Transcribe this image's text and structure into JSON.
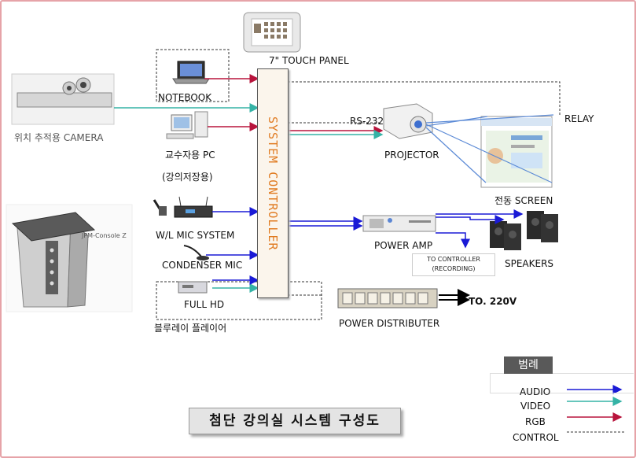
{
  "controller_label": "SYSTEM CONTROLLER",
  "labels": {
    "touch_panel": "7\" TOUCH PANEL",
    "notebook": "NOTEBOOK",
    "camera": "위치 추적용 CAMERA",
    "professor_pc": "교수자용 PC",
    "lecture_save": "(강의저장용)",
    "wl_mic": "W/L MIC SYSTEM",
    "condenser_mic": "CONDENSER MIC",
    "full_hd": "FULL HD",
    "bluray": "블루레이 플레이어",
    "rs232": "RS-232",
    "relay": "RELAY",
    "projector": "PROJECTOR",
    "screen": "전동 SCREEN",
    "power_amp": "POWER AMP",
    "speakers": "SPEAKERS",
    "to_controller": "TO CONTROLLER",
    "recording": "(RECORDING)",
    "power_distributer": "POWER DISTRIBUTER",
    "to_220v": "TO. 220V",
    "console": "JPM-Console Z"
  },
  "legend": {
    "title": "범례",
    "items": [
      {
        "label": "AUDIO",
        "color": "#1a1ad6",
        "style": "arrow"
      },
      {
        "label": "VIDEO",
        "color": "#35b3a6",
        "style": "arrow"
      },
      {
        "label": "RGB",
        "color": "#b8143c",
        "style": "arrow"
      },
      {
        "label": "CONTROL",
        "color": "#333333",
        "style": "dashed"
      }
    ]
  },
  "title": "첨단 강의실 시스템 구성도"
}
